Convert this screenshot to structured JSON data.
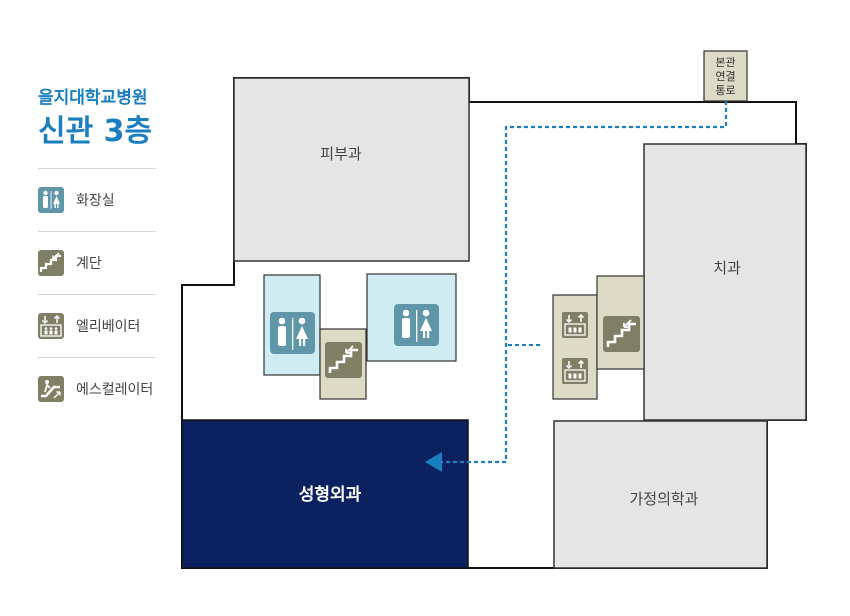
{
  "legend": {
    "hospital_name": "을지대학교병원",
    "floor_title": "신관 3층",
    "items": [
      {
        "label": "화장실",
        "icon": "restroom-icon"
      },
      {
        "label": "계단",
        "icon": "stairs-icon"
      },
      {
        "label": "엘리베이터",
        "icon": "elevator-icon"
      },
      {
        "label": "에스컬레이터",
        "icon": "escalator-icon"
      }
    ]
  },
  "map": {
    "rooms": {
      "dermatology": "피부과",
      "dentistry": "치과",
      "plastic_surgery": "성형외과",
      "family_medicine": "가정의학과"
    },
    "connector": [
      "본관",
      "연결",
      "통로"
    ]
  },
  "colors": {
    "accent": "#1a7fbf",
    "room_gray": "#e5e5e5",
    "highlight_room": "#0c2160",
    "restroom_bg": "#cfecf3",
    "facility_bg": "#dddbc6",
    "icon_fill": "#7f7f66",
    "restroom_icon_fill": "#5f96a8",
    "path": "#1a7fbf"
  }
}
